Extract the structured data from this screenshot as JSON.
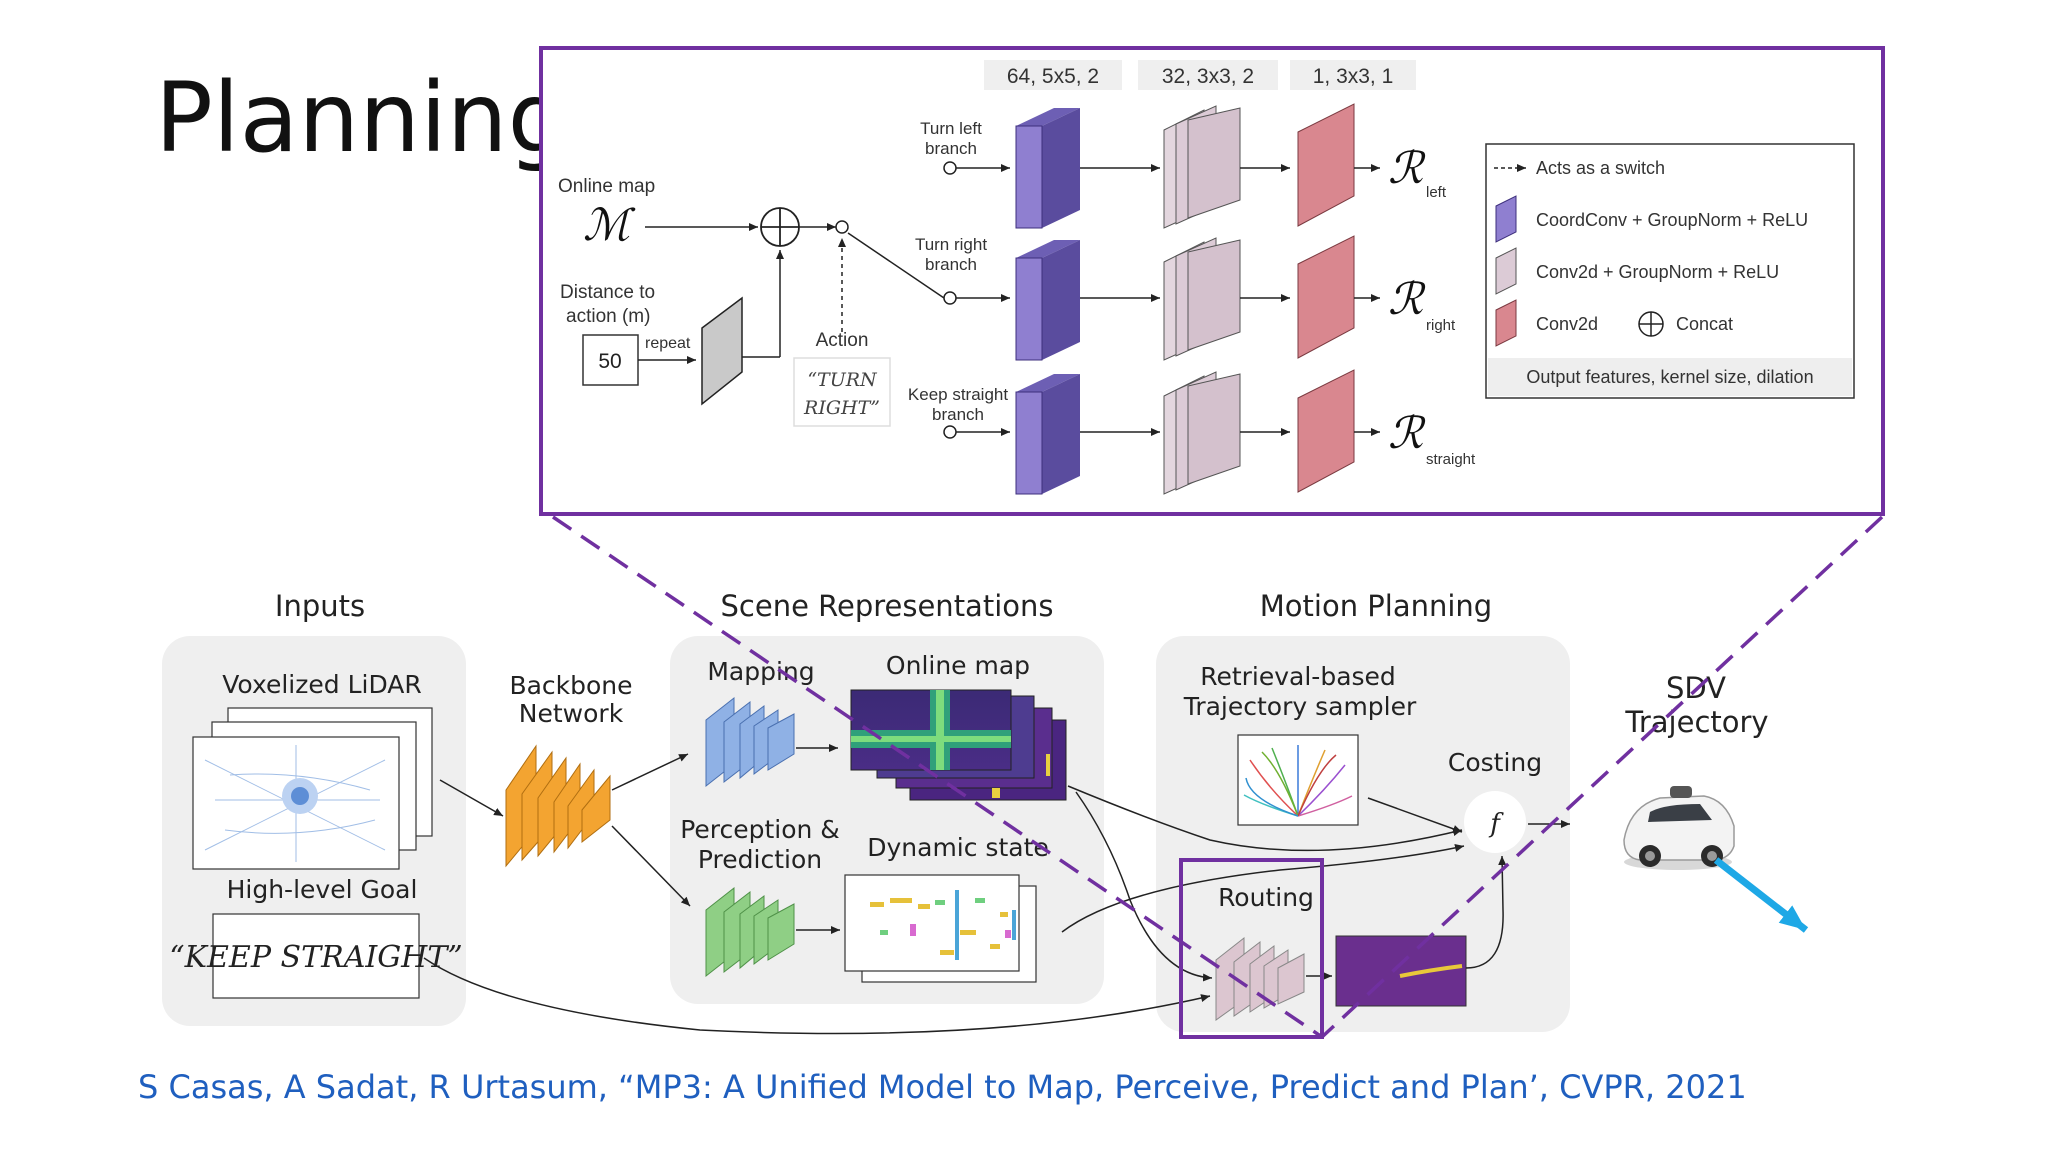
{
  "slide": {
    "title": "Planning",
    "citation": "S Casas, A Sadat, R Urtasum, “MP3: A Unified Model to Map, Perceive, Predict and Plan’, CVPR, 2021"
  },
  "detail": {
    "headers": [
      "64, 5x5, 2",
      "32, 3x3, 2",
      "1, 3x3, 1"
    ],
    "online_map_label": "Online map",
    "online_map_symbol": "ℳ",
    "distance_label_1": "Distance to",
    "distance_label_2": "action (m)",
    "distance_value": "50",
    "repeat_label": "repeat",
    "action_label": "Action",
    "action_value_1": "“TURN",
    "action_value_2": "RIGHT”",
    "branches": [
      {
        "line1": "Turn left",
        "line2": "branch",
        "output_symbol": "ℛ",
        "output_sub": "left"
      },
      {
        "line1": "Turn right",
        "line2": "branch",
        "output_symbol": "ℛ",
        "output_sub": "right"
      },
      {
        "line1": "Keep straight",
        "line2": "branch",
        "output_symbol": "ℛ",
        "output_sub": "straight"
      }
    ],
    "legend": {
      "switch": "Acts as a switch",
      "coordconv": "CoordConv + GroupNorm + ReLU",
      "conv2d_gn": "Conv2d + GroupNorm + ReLU",
      "conv2d": "Conv2d",
      "concat": "Concat",
      "footer": "Output features, kernel size, dilation"
    }
  },
  "pipeline": {
    "inputs_title": "Inputs",
    "lidar_label": "Voxelized LiDAR",
    "goal_label": "High-level Goal",
    "goal_value": "“KEEP STRAIGHT”",
    "backbone_label_1": "Backbone",
    "backbone_label_2": "Network",
    "scene_title": "Scene Representations",
    "mapping_label": "Mapping",
    "online_map_label": "Online map",
    "perception_label_1": "Perception &",
    "perception_label_2": "Prediction",
    "dynamic_label": "Dynamic state",
    "motion_title": "Motion Planning",
    "sampler_label_1": "Retrieval-based",
    "sampler_label_2": "Trajectory sampler",
    "costing_label": "Costing",
    "cost_symbol": "f",
    "routing_label": "Routing",
    "sdv_label_1": "SDV",
    "sdv_label_2": "Trajectory"
  },
  "colors": {
    "highlight": "#7030a0",
    "coordconv": "#8f7fd0",
    "conv_gn": "#dccbd6",
    "conv2d": "#d9878f",
    "backbone": "#f3a431",
    "mapping": "#8fb1e5",
    "perception": "#8fcf85",
    "routing": "#dcc6d0",
    "citation": "#1f5fbf",
    "trajectory_arrow": "#1ea8e6"
  },
  "icons": [
    "plus-circle-icon",
    "car-icon",
    "arrow-icon"
  ]
}
